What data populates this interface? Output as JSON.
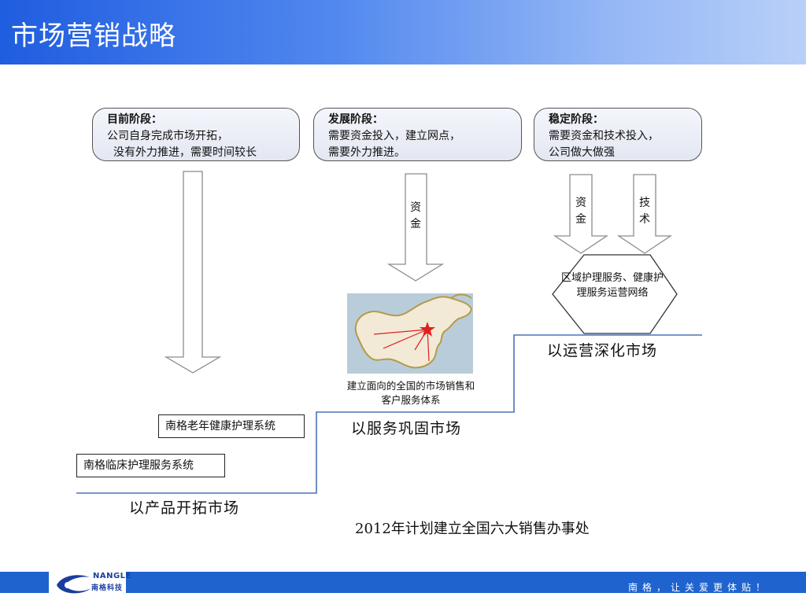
{
  "header": {
    "title": "市场营销战略"
  },
  "stages": [
    {
      "title": "目前阶段：",
      "line1": "公司自身完成市场开拓，",
      "line2": "没有外力推进，需要时间较长"
    },
    {
      "title": "发展阶段：",
      "line1": "需要资金投入，建立网点，",
      "line2": "需要外力推进。"
    },
    {
      "title": "稳定阶段：",
      "line1": "需要资金和技术投入，",
      "line2": "公司做大做强"
    }
  ],
  "arrows": {
    "funding_label": "资金",
    "stable_funding_label": "资金",
    "stable_tech_label": "技术"
  },
  "hexagon": {
    "text": "区域护理服务、健康护理服务运营网络"
  },
  "map": {
    "caption": "建立面向的全国的市场销售和客户服务体系"
  },
  "steps": {
    "product": "以产品开拓市场",
    "service": "以服务巩固市场",
    "operation": "以运营深化市场"
  },
  "systems": {
    "elderly": "南格老年健康护理系统",
    "clinical": "南格临床护理服务系统"
  },
  "plan": "2012年计划建立全国六大销售办事处",
  "footer": {
    "slogan": "南格，让关爱更体贴！",
    "logo_en": "NANGLE",
    "logo_cn": "南格科技"
  },
  "colors": {
    "header_start": "#1f5de0",
    "header_end": "#b9d0f8",
    "step_line": "#4a72b8",
    "footer_bar": "#1f63cf",
    "map_star": "#e02020"
  }
}
